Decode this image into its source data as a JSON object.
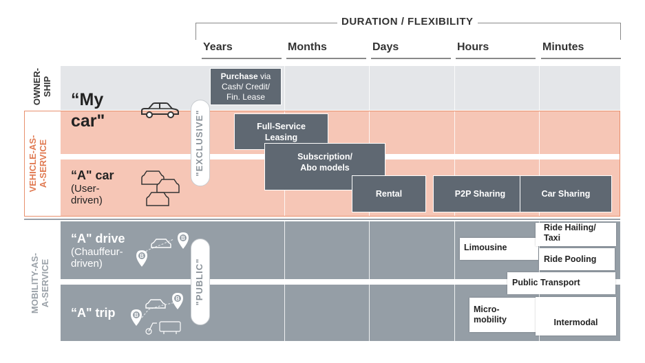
{
  "header": {
    "title": "DURATION / FLEXIBILITY",
    "columns": [
      "Years",
      "Months",
      "Days",
      "Hours",
      "Minutes"
    ]
  },
  "sections": {
    "ownership": {
      "line1": "OWNER-",
      "line2": "SHIP",
      "color": "#333333"
    },
    "vaas": {
      "line1": "VEHICLE-AS-",
      "line2": "A-SERVICE",
      "color": "#e07a52"
    },
    "maas": {
      "line1": "MOBILITY-AS-",
      "line2": "A-SERVICE",
      "color": "#9aa1a8"
    }
  },
  "rows": {
    "my_car": {
      "line1": "“My",
      "line2": "car\""
    },
    "a_car": {
      "title": "“A\" car",
      "sub1": "(User-",
      "sub2": "driven)"
    },
    "a_drive": {
      "title": "“A\" drive",
      "sub1": "(Chauffeur-",
      "sub2": "driven)"
    },
    "a_trip": {
      "title": "“A\" trip"
    }
  },
  "pills": {
    "exclusive": "\"EXCLUSIVE\"",
    "public": "\"PUBLIC\""
  },
  "offerings": {
    "purchase_bold": "Purchase",
    "purchase_rest1": " via",
    "purchase_rest2": "Cash/ Credit/",
    "purchase_rest3": "Fin. Lease",
    "full_service_1": "Full-Service",
    "full_service_2": "Leasing",
    "subscription_1": "Subscription/",
    "subscription_2": "Abo models",
    "rental": "Rental",
    "p2p": "P2P Sharing",
    "car_sharing": "Car Sharing",
    "limousine": "Limousine",
    "ride_hailing_1": "Ride Hailing/",
    "ride_hailing_2": "Taxi",
    "ride_pooling": "Ride Pooling",
    "public_transport": "Public Transport",
    "micro_1": "Micro-",
    "micro_2": "mobility",
    "intermodal": "Intermodal"
  },
  "icons": {
    "b_marker": "B",
    "car": "car-icon",
    "cars": "cars-icon",
    "location": "location-marker-icon"
  },
  "colors": {
    "band_grey": "#e4e6e9",
    "band_salmon": "#f6c6b6",
    "band_slate": "#959ea6",
    "box_dark": "#5f6872"
  }
}
